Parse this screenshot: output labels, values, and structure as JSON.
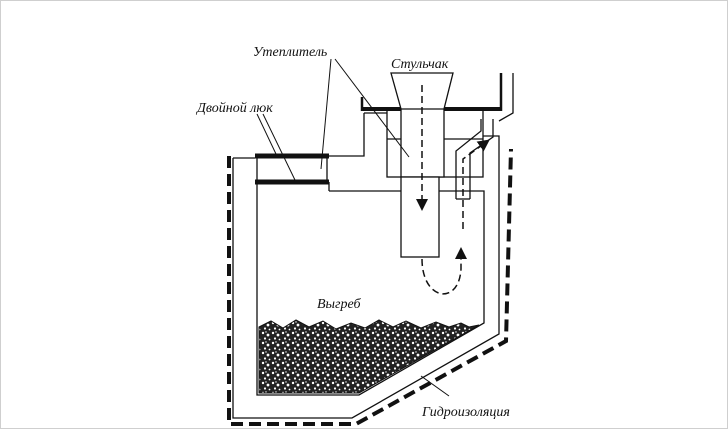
{
  "diagram": {
    "labels": {
      "insulation": "Утеплитель",
      "seat": "Стульчак",
      "double_hatch": "Двойной люк",
      "cesspit": "Выгреб",
      "waterproofing": "Гидроизоляция"
    },
    "colors": {
      "line": "#111111",
      "background": "#ffffff",
      "frame": "#cfcfcf"
    }
  }
}
